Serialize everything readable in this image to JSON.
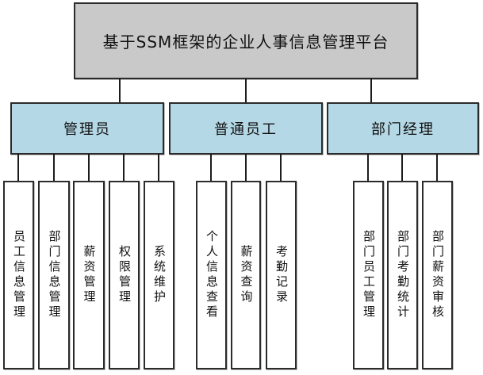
{
  "colors": {
    "bg": "#ffffff",
    "root-fill": "#c9c9c9",
    "role-fill": "#b4d8e5",
    "leaf-fill": "#ffffff",
    "border": "#2b2b2b",
    "line": "#1c1c1c"
  },
  "diagram": {
    "title": "基于SSM框架的企业人事信息管理平台",
    "roles": [
      {
        "label": "管理员",
        "children": [
          "员工信息管理",
          "部门信息管理",
          "薪资管理",
          "权限管理",
          "系统维护"
        ]
      },
      {
        "label": "普通员工",
        "children": [
          "个人信息查看",
          "薪资查询",
          "考勤记录"
        ]
      },
      {
        "label": "部门经理",
        "children": [
          "部门员工管理",
          "部门考勤统计",
          "部门薪资审核"
        ]
      }
    ]
  }
}
